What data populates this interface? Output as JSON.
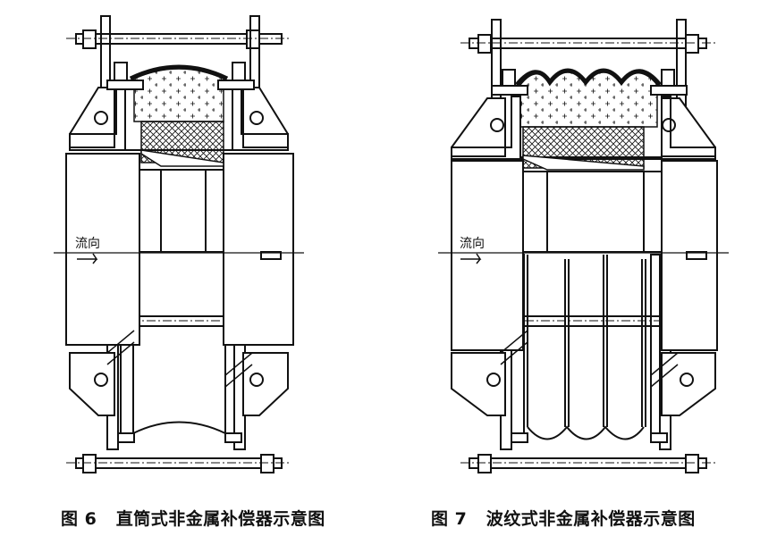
{
  "figures": [
    {
      "id": "fig6",
      "number": "图 6",
      "title": "直筒式非金属补偿器示意图",
      "flow_label": "流向",
      "variant": "straight"
    },
    {
      "id": "fig7",
      "number": "图 7",
      "title": "波纹式非金属补偿器示意图",
      "flow_label": "流向",
      "variant": "corrugated"
    }
  ],
  "colors": {
    "line": "#111111",
    "background": "#ffffff"
  }
}
